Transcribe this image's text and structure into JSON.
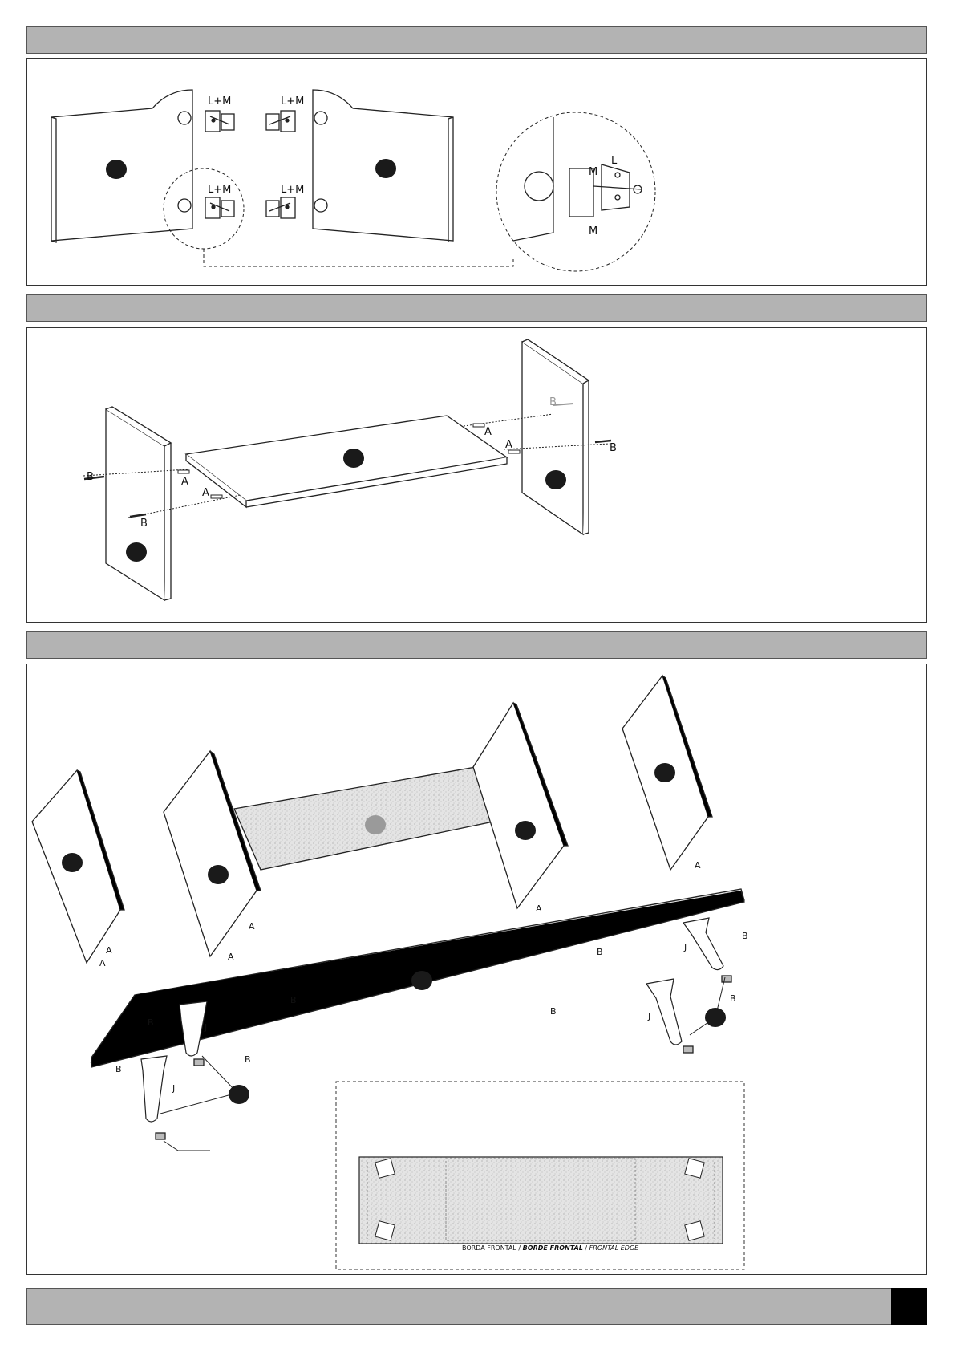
{
  "step1": {
    "hinge_labels": [
      "L+M",
      "L+M",
      "L+M",
      "L+M"
    ],
    "detail_labels": {
      "l": "L",
      "m_top": "M",
      "m_bottom": "M"
    }
  },
  "step2": {
    "labels": {
      "a1": "A",
      "a2": "A",
      "a3": "A",
      "a4": "A",
      "b1": "B",
      "b2": "B",
      "b3": "B",
      "b4": "B"
    }
  },
  "step3": {
    "labels": {
      "a1": "A",
      "a2": "A",
      "a3": "A",
      "a4": "A",
      "a5": "A",
      "a6": "A",
      "b1": "B",
      "b2": "B",
      "b3": "B",
      "b4": "B",
      "b5": "B",
      "b6": "B",
      "b7": "B",
      "b8": "B",
      "j1": "J",
      "j2": "J",
      "j3": "J",
      "j4": "J"
    },
    "detail_edge": {
      "part1": "BORDA FRONTAL",
      "part2": "BORDE FRONTAL",
      "part3": "FRONTAL EDGE"
    }
  },
  "colors": {
    "bar": "#b3b3b3",
    "line": "#222222",
    "marker": "#1a1a1a",
    "marker_grey": "#9a9a9a",
    "shelf": "#e6e6e6",
    "corner": "#000000"
  }
}
